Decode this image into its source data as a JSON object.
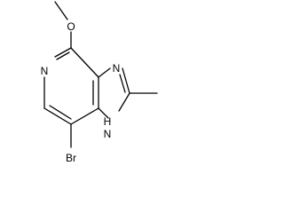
{
  "molecule": {
    "atoms": {
      "oxygen": "O",
      "pyridine_nitrogen": "N",
      "imidazole_nitrogen": "N",
      "nh_nitrogen": "N",
      "nh_hydrogen": "H",
      "bromine": "Br"
    },
    "colors": {
      "bond": "#000000",
      "label": "#000000",
      "background": "#ffffff"
    }
  }
}
